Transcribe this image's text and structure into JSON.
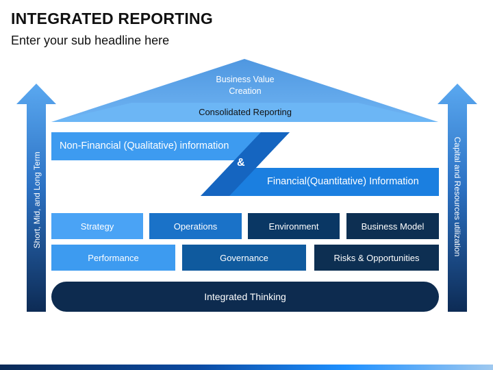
{
  "header": {
    "title": "INTEGRATED REPORTING",
    "subtitle": "Enter your sub headline here"
  },
  "arrows": {
    "left_label": "Short, Mid, and Long Term",
    "right_label": "Capital and Resources utilization"
  },
  "roof": {
    "text": "Business Value Creation",
    "band_label": "Consolidated Reporting"
  },
  "information": {
    "non_financial": "Non-Financial (Qualitative) information",
    "connector": "&",
    "financial": "Financial(Quantitative) Information"
  },
  "row1": [
    "Strategy",
    "Operations",
    "Environment",
    "Business Model"
  ],
  "row2": [
    "Performance",
    "Governance",
    "Risks & Opportunities"
  ],
  "foundation": "Integrated Thinking",
  "colors": {
    "light_blue": "#4aa3f5",
    "mid_blue": "#1777d1",
    "dark_blue": "#0a3764",
    "navy": "#0d2b4f",
    "roof": "#66aef0"
  }
}
